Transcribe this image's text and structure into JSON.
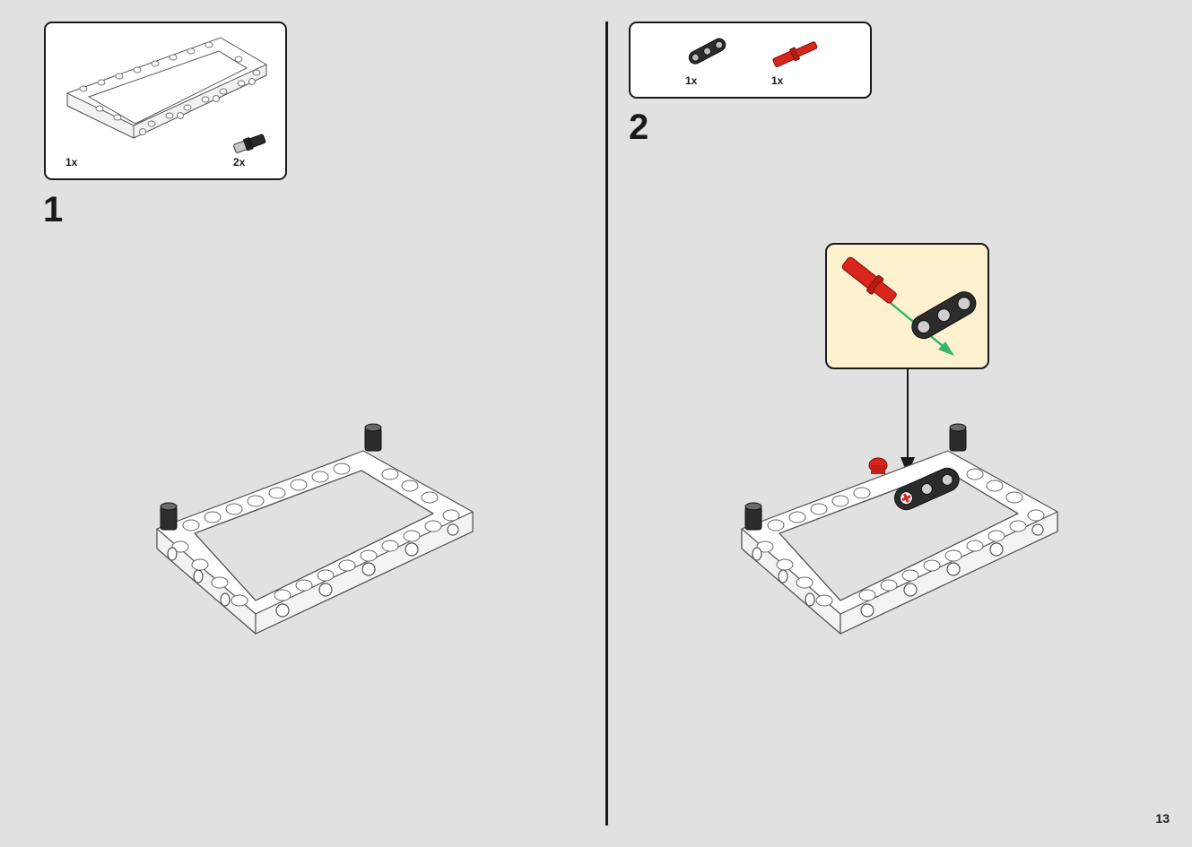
{
  "page": {
    "number": "13"
  },
  "step1": {
    "number": "1",
    "parts": [
      {
        "quantity": "1x",
        "part": "white-frame-icon"
      },
      {
        "quantity": "2x",
        "part": "black-connector-pin-icon"
      }
    ]
  },
  "step2": {
    "number": "2",
    "parts": [
      {
        "quantity": "1x",
        "part": "black-beam-icon"
      },
      {
        "quantity": "1x",
        "part": "red-axle-pin-icon"
      }
    ]
  },
  "colors": {
    "frame": "#ffffff",
    "black_part": "#2a2a2a",
    "red_part": "#d9261c",
    "callout_bg": "#fdf1cf",
    "arrow_green": "#2fb86a",
    "page_bg": "#e1e1e1"
  }
}
